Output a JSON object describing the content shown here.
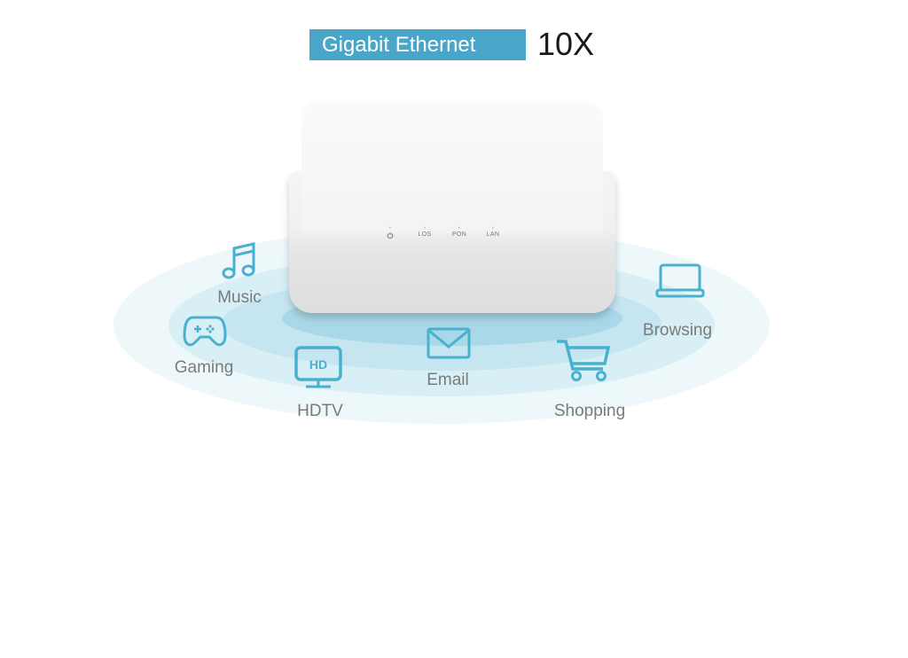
{
  "header": {
    "badge_label": "Gigabit Ethernet",
    "multiplier": "10X",
    "badge_color": "#4aa6c9"
  },
  "device": {
    "indicators": [
      {
        "label": "",
        "icon": "power-icon"
      },
      {
        "label": "LOS"
      },
      {
        "label": "PON"
      },
      {
        "label": "LAN"
      }
    ]
  },
  "applications": [
    {
      "label": "Music",
      "icon": "music-note-icon"
    },
    {
      "label": "Gaming",
      "icon": "gamepad-icon"
    },
    {
      "label": "HDTV",
      "icon": "hdtv-icon",
      "icon_text": "HD"
    },
    {
      "label": "Email",
      "icon": "envelope-icon"
    },
    {
      "label": "Shopping",
      "icon": "shopping-cart-icon"
    },
    {
      "label": "Browsing",
      "icon": "laptop-icon"
    }
  ],
  "colors": {
    "icon": "#4ab0cf",
    "label": "#7a7a7a"
  }
}
